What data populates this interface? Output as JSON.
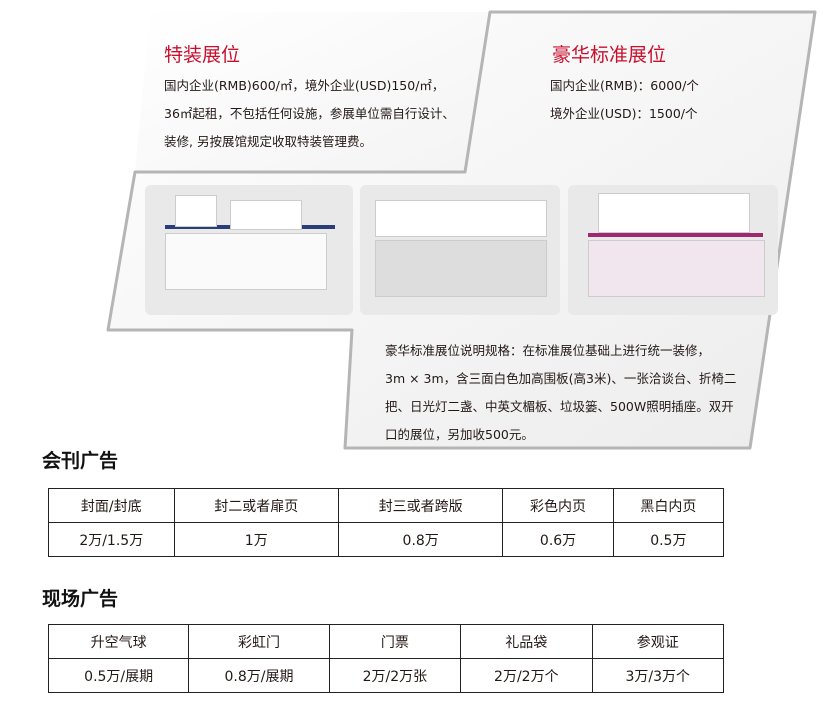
{
  "special_booth": {
    "title": "特装展位",
    "lines": [
      "国内企业(RMB)600/㎡，境外企业(USD)150/㎡，",
      "36㎡起租，不包括任何设施，参展单位需自行设计、",
      "装修, 另按展馆规定收取特装管理费。"
    ]
  },
  "luxury_booth": {
    "title": "豪华标准展位",
    "lines": [
      "国内企业(RMB)：6000/个",
      "境外企业(USD)：1500/个"
    ]
  },
  "luxury_spec": {
    "lines": [
      "豪华标准展位说明规格：在标准展位基础上进行统一装修，",
      "3m × 3m，含三面白色加高围板(高3米)、一张洽谈台、折椅二",
      "把、日光灯二盏、中英文楣板、垃圾篓、500W照明插座。双开",
      "口的展位，另加收500元。"
    ]
  },
  "journal_ads": {
    "heading": "会刊广告",
    "headers": [
      "封面/封底",
      "封二或者扉页",
      "封三或者跨版",
      "彩色内页",
      "黑白内页"
    ],
    "values": [
      "2万/1.5万",
      "1万",
      "0.8万",
      "0.6万",
      "0.5万"
    ]
  },
  "onsite_ads": {
    "heading": "现场广告",
    "headers": [
      "升空气球",
      "彩虹门",
      "门票",
      "礼品袋",
      "参观证"
    ],
    "values": [
      "0.5万/展期",
      "0.8万/展期",
      "2万/2万张",
      "2万/2万个",
      "3万/3万个"
    ]
  },
  "colors": {
    "accent": "#c8102e",
    "frame": "#b5b5b5"
  }
}
